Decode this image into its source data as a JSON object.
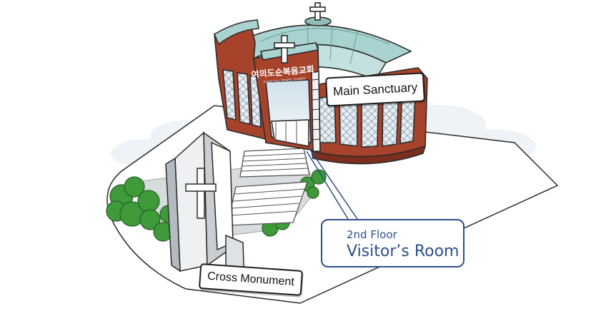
{
  "labels": {
    "main_sanctuary": "Main Sanctuary",
    "cross_monument": "Cross Monument",
    "visitor_floor": "2nd Floor",
    "visitor_room": "Visitor’s Room"
  },
  "building_signage": {
    "korean_name": "여의도순복음교회",
    "english_name": "YOIDO FULL GOSPEL CHURCH"
  },
  "colors": {
    "brick": "#a8432b",
    "roof": "#a9d3d0",
    "callout_blue": "#2c4f8c",
    "foliage": "#3f9a3a"
  }
}
